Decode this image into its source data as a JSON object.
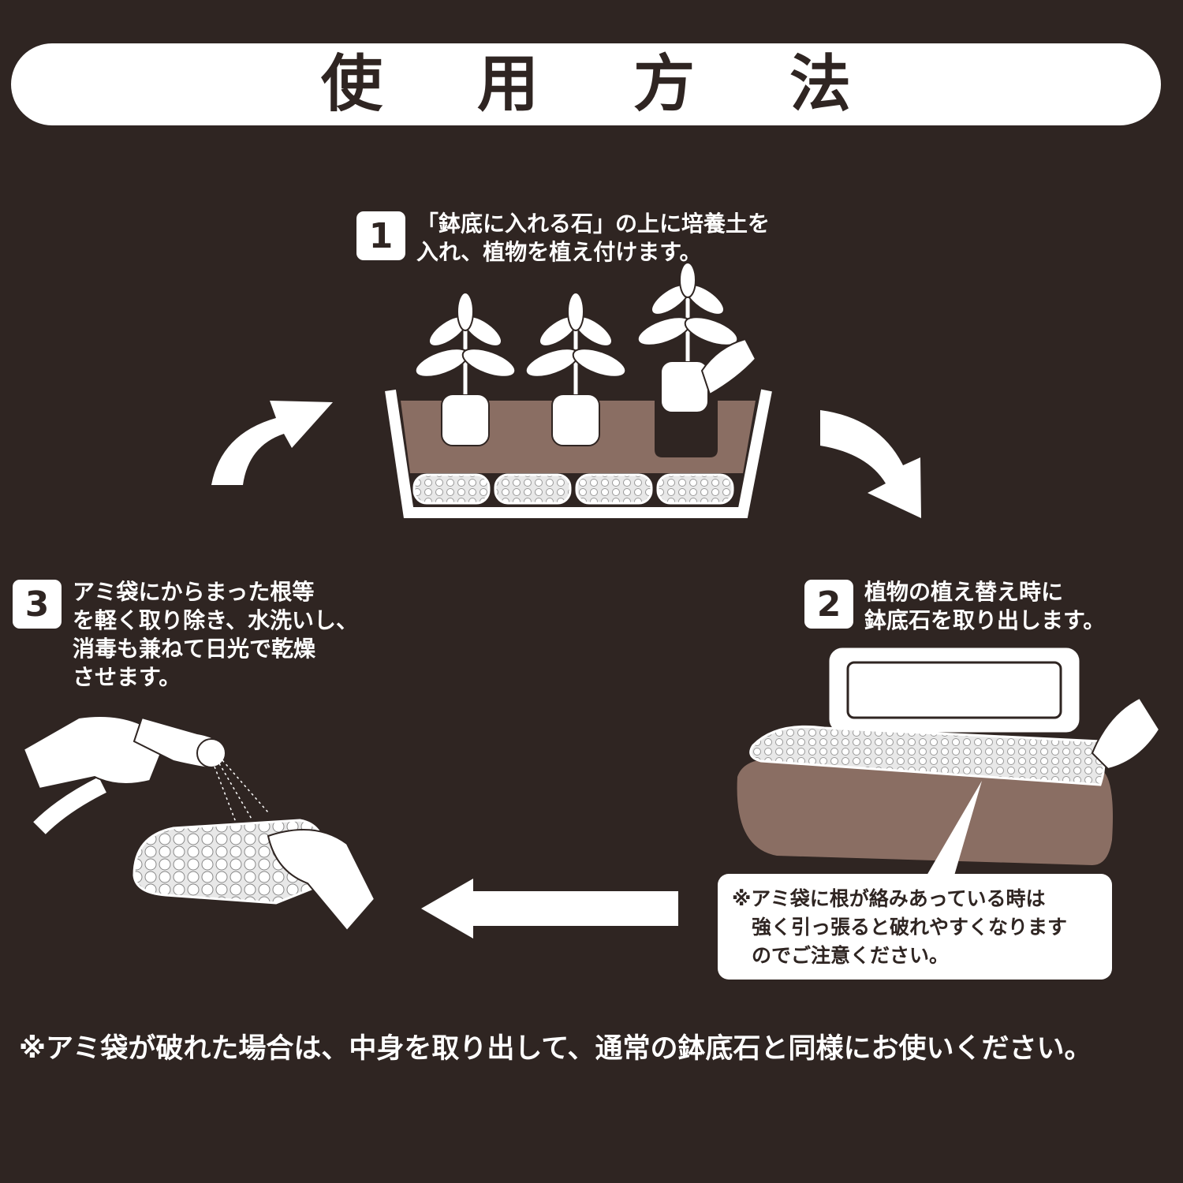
{
  "title": "使用方法",
  "steps": [
    {
      "number": "1",
      "text": "「鉢底に入れる石」の上に培養土を\n入れ、植物を植え付けます。"
    },
    {
      "number": "2",
      "text": "植物の植え替え時に\n鉢底石を取り出します。"
    },
    {
      "number": "3",
      "text": "アミ袋にからまった根等\nを軽く取り除き、水洗いし、\n消毒も兼ねて日光で乾燥\nさせます。"
    }
  ],
  "caution_note": "※アミ袋に根が絡みあっている時は\n　強く引っ張ると破れやすくなります\n　のでご注意ください。",
  "footer_note": "※アミ袋が破れた場合は、中身を取り出して、通常の鉢底石と同様にお使いください。",
  "colors": {
    "background": "#2f2522",
    "soil": "#8a6e63",
    "white": "#ffffff"
  }
}
